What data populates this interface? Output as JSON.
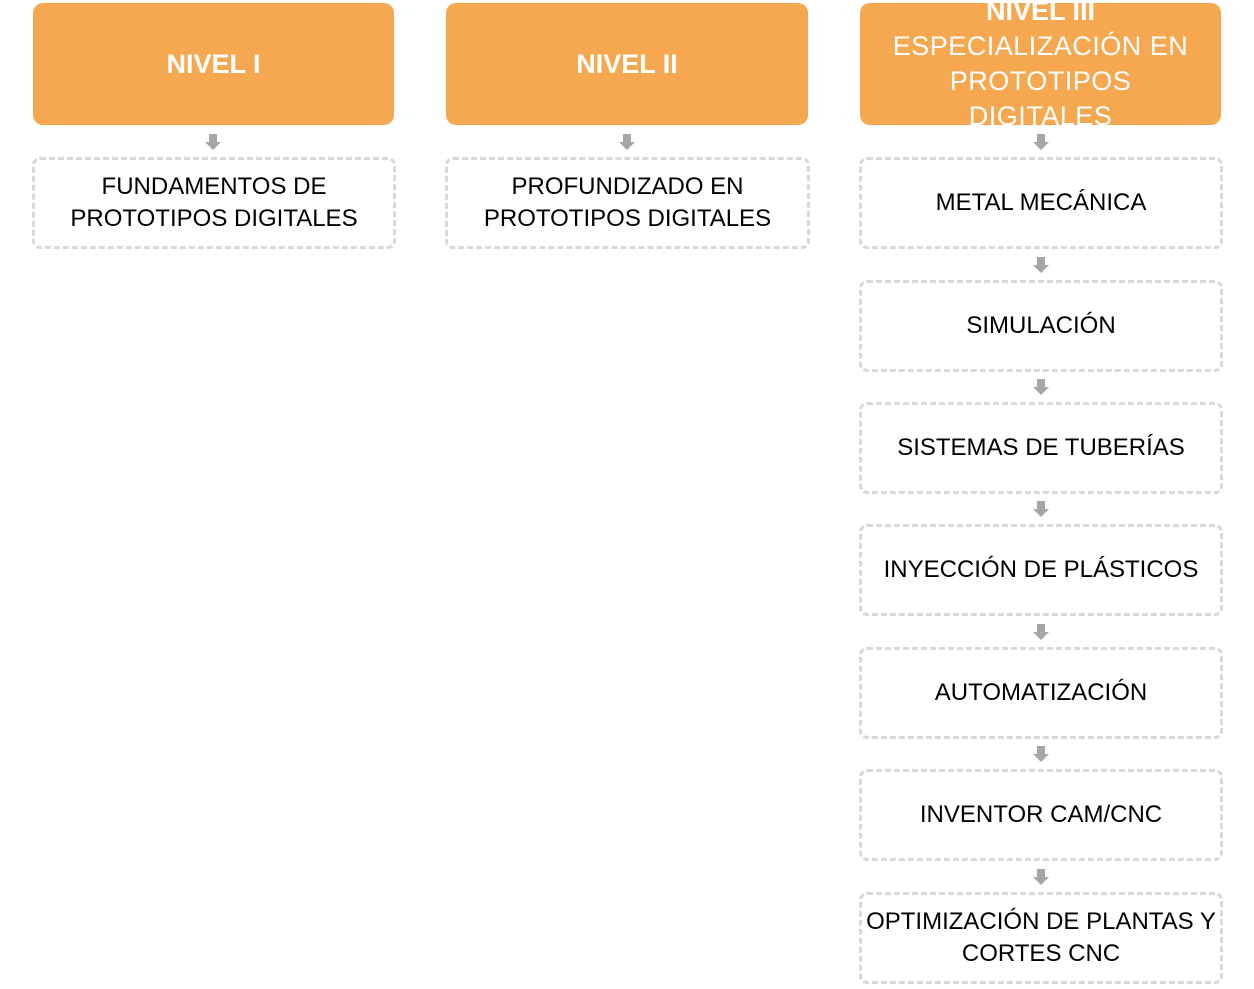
{
  "colors": {
    "header_bg": "#F5A84F",
    "header_text": "#FFFFFF",
    "box_border": "#D9D9D9",
    "arrow": "#A6A6A6"
  },
  "levels": [
    {
      "title": "NIVEL I",
      "subtitle": "",
      "items": [
        "FUNDAMENTOS DE PROTOTIPOS DIGITALES"
      ]
    },
    {
      "title": "NIVEL II",
      "subtitle": "",
      "items": [
        "PROFUNDIZADO EN PROTOTIPOS DIGITALES"
      ]
    },
    {
      "title": "NIVEL III",
      "subtitle": "ESPECIALIZACIÓN EN PROTOTIPOS DIGITALES",
      "items": [
        "METAL MECÁNICA",
        "SIMULACIÓN",
        "SISTEMAS DE TUBERÍAS",
        "INYECCIÓN DE PLÁSTICOS",
        "AUTOMATIZACIÓN",
        "INVENTOR CAM/CNC",
        "OPTIMIZACIÓN DE PLANTAS Y CORTES CNC"
      ]
    }
  ]
}
